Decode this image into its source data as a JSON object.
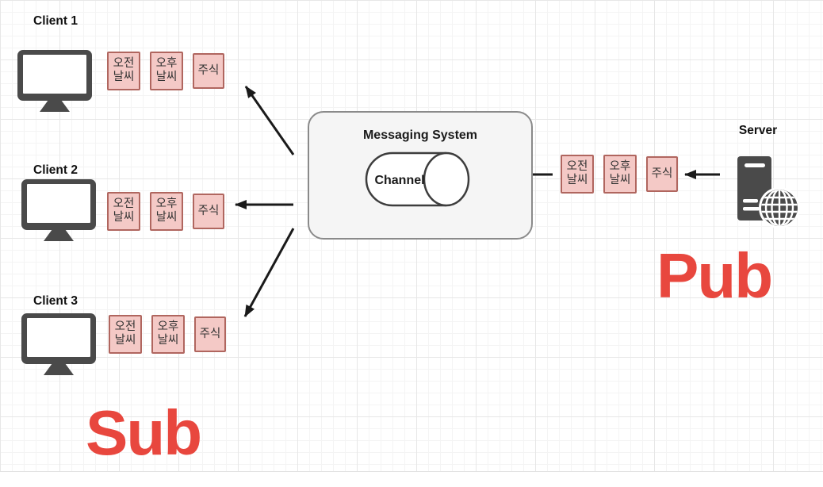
{
  "diagram": {
    "type": "pub-sub-messaging-diagram"
  },
  "colors": {
    "accent_red": "#e8473e",
    "topic_fill": "#f4c9c6",
    "topic_border": "#b0665f",
    "icon_gray": "#4a4a4a",
    "panel_fill": "#f5f5f5",
    "panel_border": "#8a8a8a",
    "arrow_black": "#1a1a1a"
  },
  "sub_section": {
    "role_label": "Sub",
    "clients": [
      {
        "name": "Client 1",
        "topics": [
          "오전\n날씨",
          "오후\n날씨",
          "주식"
        ]
      },
      {
        "name": "Client 2",
        "topics": [
          "오전\n날씨",
          "오후\n날씨",
          "주식"
        ]
      },
      {
        "name": "Client 3",
        "topics": [
          "오전\n날씨",
          "오후\n날씨",
          "주식"
        ]
      }
    ]
  },
  "messaging_system": {
    "title": "Messaging System",
    "channel_label": "Channel"
  },
  "pub_section": {
    "role_label": "Pub",
    "server_label": "Server",
    "topics": [
      "오전\n날씨",
      "오후\n날씨",
      "주식"
    ]
  }
}
